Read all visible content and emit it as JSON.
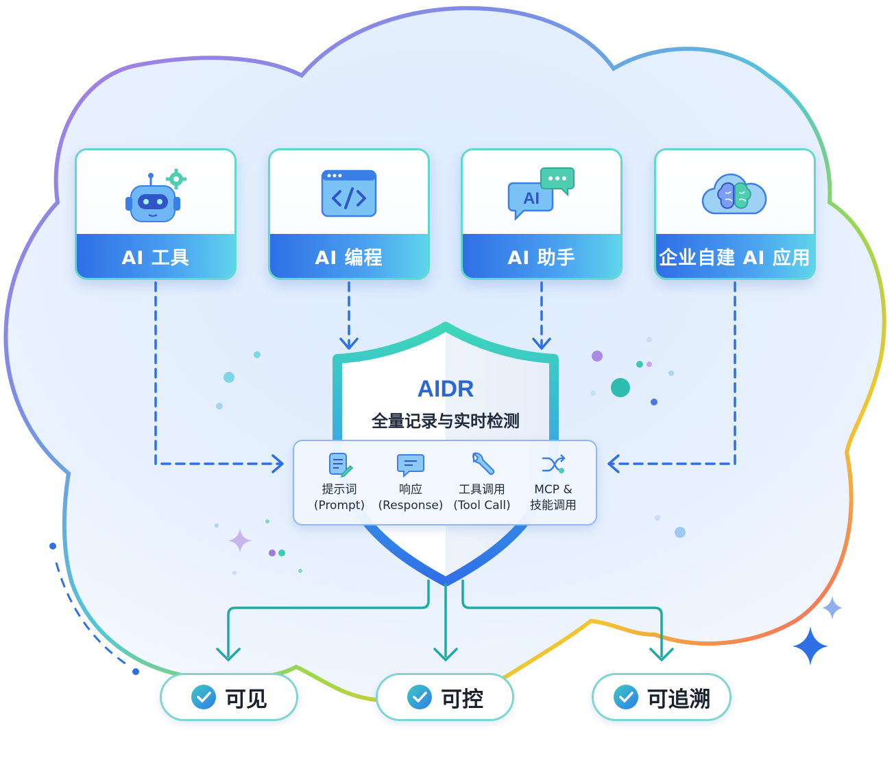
{
  "sources": [
    {
      "label": "AI 工具",
      "icon": "robot-gear-icon"
    },
    {
      "label": "AI 编程",
      "icon": "code-window-icon"
    },
    {
      "label": "AI 助手",
      "icon": "ai-chat-bubble-icon"
    },
    {
      "label": "企业自建 AI 应用",
      "icon": "cloud-brain-icon"
    }
  ],
  "shield": {
    "title": "AIDR",
    "subtitle": "全量记录与实时检测"
  },
  "capture_items": [
    {
      "line1": "提示词",
      "line2": "(Prompt)",
      "icon": "document-edit-icon"
    },
    {
      "line1": "响应",
      "line2": "(Response)",
      "icon": "chat-message-icon"
    },
    {
      "line1": "工具调用",
      "line2": "(Tool Call)",
      "icon": "wrench-icon"
    },
    {
      "line1": "MCP &",
      "line2": "技能调用",
      "icon": "shuffle-arrows-icon"
    }
  ],
  "outcomes": [
    {
      "label": "可见",
      "icon": "check-circle-icon"
    },
    {
      "label": "可控",
      "icon": "check-circle-icon"
    },
    {
      "label": "可追溯",
      "icon": "check-circle-icon"
    }
  ],
  "colors": {
    "primary_blue": "#2f6fe6",
    "teal": "#1fb3a6",
    "dash_blue": "#2f6fe6",
    "cloud_fill": "#e6f0fd"
  }
}
